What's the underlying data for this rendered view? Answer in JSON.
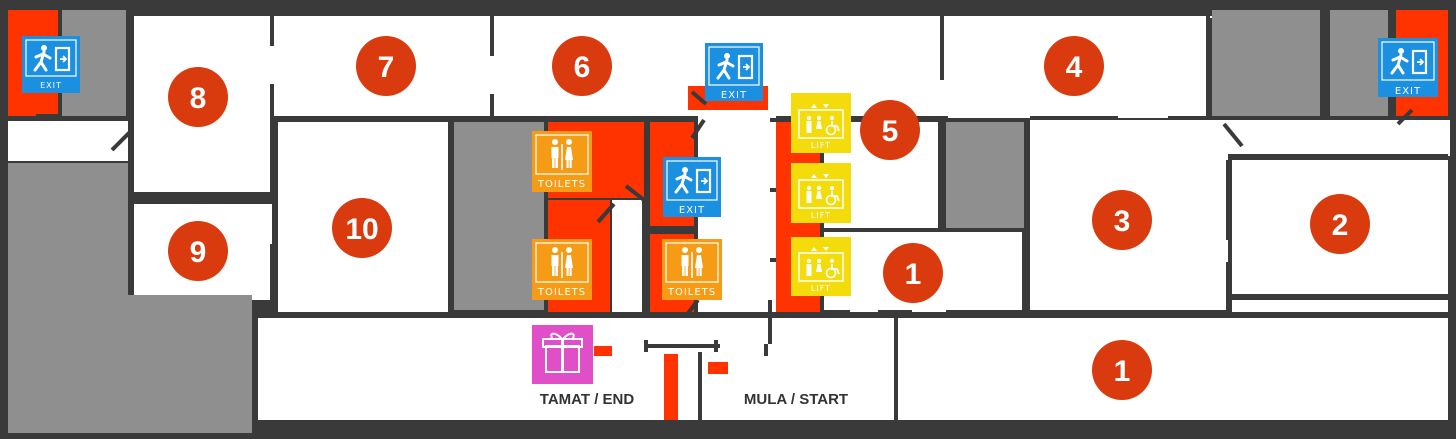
{
  "colors": {
    "wall": "#3a3a3a",
    "floor": "#ffffff",
    "block": "#8f8f8f",
    "red": "#ff3300",
    "badge": "#d93a0e",
    "exit_sign": "#1b8fe0",
    "toilet_sign": "#f59b15",
    "lift_sign": "#f4dc0c",
    "gift": "#e04fc8"
  },
  "rooms": [
    {
      "id": "r1a",
      "label": "1"
    },
    {
      "id": "r1b",
      "label": "1"
    },
    {
      "id": "r2",
      "label": "2"
    },
    {
      "id": "r3",
      "label": "3"
    },
    {
      "id": "r4",
      "label": "4"
    },
    {
      "id": "r5",
      "label": "5"
    },
    {
      "id": "r6",
      "label": "6"
    },
    {
      "id": "r7",
      "label": "7"
    },
    {
      "id": "r8",
      "label": "8"
    },
    {
      "id": "r9",
      "label": "9"
    },
    {
      "id": "r10",
      "label": "10"
    }
  ],
  "signs": {
    "exit": "EXIT",
    "toilets": "TOILETS",
    "lift": "LIFT"
  },
  "labels": {
    "end": "TAMAT / END",
    "start": "MULA / START"
  },
  "icons": {
    "exit": "exit-person-icon",
    "toilet": "toilet-people-icon",
    "lift": "lift-accessible-icon",
    "gift": "gift-icon"
  }
}
